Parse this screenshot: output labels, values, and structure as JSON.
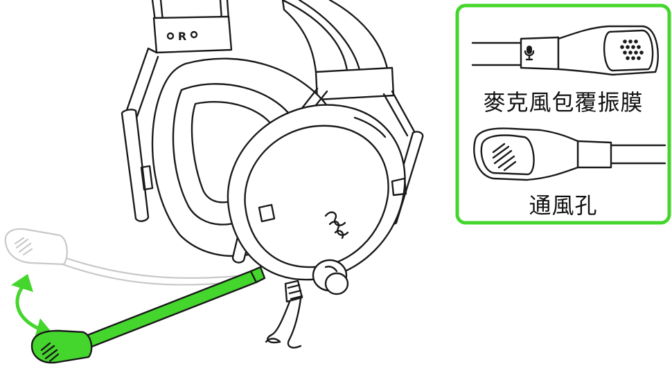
{
  "labels": {
    "mic_cover": "麥克風包覆振膜",
    "vent": "通風孔"
  },
  "earcup_marking": "R",
  "colors": {
    "accent": "#44d62c",
    "outline": "#1a1a1a",
    "ghost": "#c8c8c8"
  },
  "icons": [
    "microphone-icon",
    "razer-logo-icon",
    "rotate-arrow-icon"
  ]
}
